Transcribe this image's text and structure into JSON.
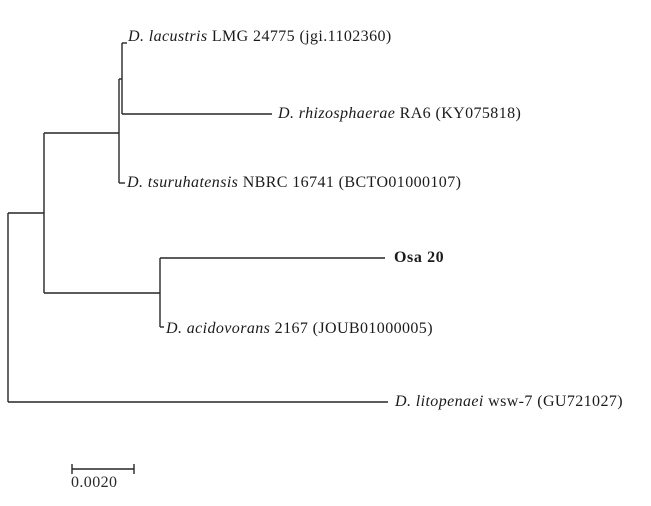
{
  "figure": {
    "type": "phylogenetic-tree",
    "background_color": "#ffffff",
    "line_color": "#262626"
  },
  "tree": {
    "topology_newick": "((((D. lacustris, D. rhizosphaerae), D. tsuruhatensis), (Osa 20, D. acidovorans)), D. litopenaei);"
  },
  "taxa": [
    {
      "species": "D. lacustris",
      "suffix": " LMG 24775 (jgi.1102360)"
    },
    {
      "species": "D. rhizosphaerae",
      "suffix": " RA6 (KY075818)"
    },
    {
      "species": "D. tsuruhatensis",
      "suffix": " NBRC 16741 (BCTO01000107)"
    },
    {
      "species": "",
      "suffix": "Osa 20"
    },
    {
      "species": "D. acidovorans",
      "suffix": " 2167 (JOUB01000005)"
    },
    {
      "species": "D. litopenaei",
      "suffix": " wsw-7 (GU721027)"
    }
  ],
  "scale_bar": {
    "label": "0.0020"
  }
}
